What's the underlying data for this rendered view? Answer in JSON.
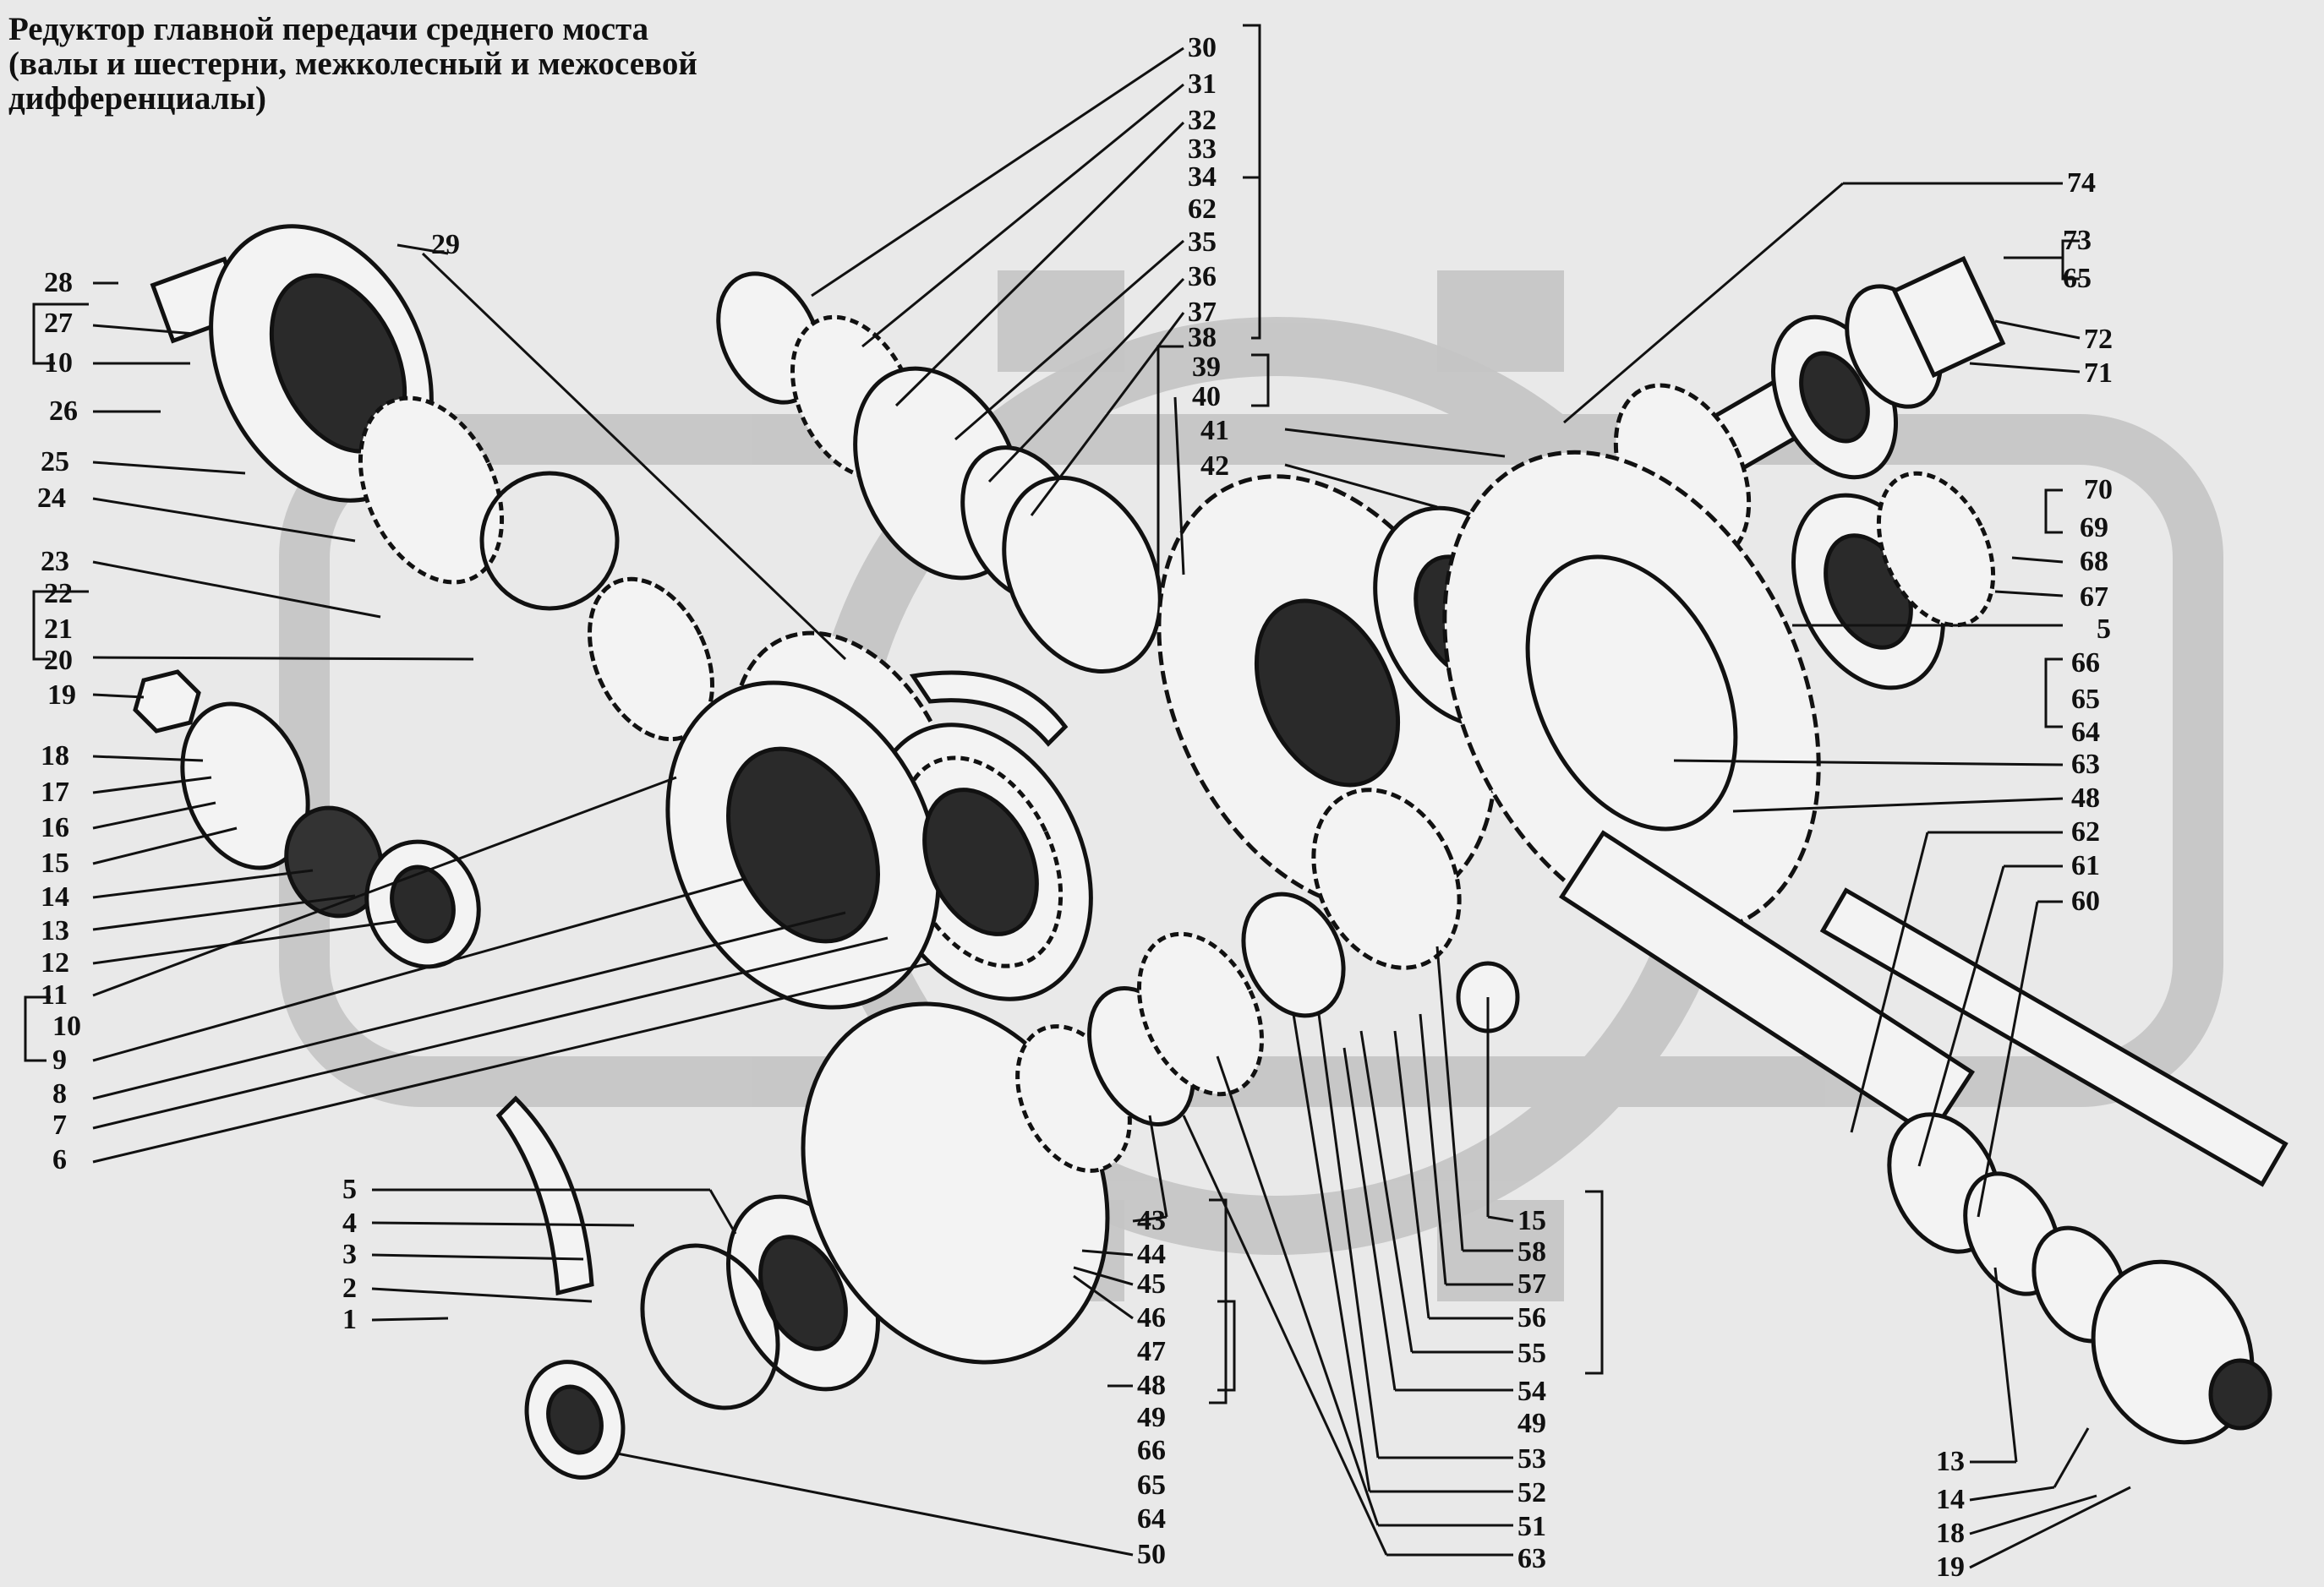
{
  "title": {
    "line1": "Редуктор главной передачи среднего моста",
    "line2": "(валы и шестерни, межколесный и межосевой",
    "line3": "дифференциалы)"
  },
  "watermark": {
    "icon": "gear-watermark-icon",
    "color": "#c4c4c4"
  },
  "colors": {
    "ink": "#111111",
    "background": "#e9e9e9",
    "watermark": "#c4c4c4"
  },
  "labels": {
    "left": [
      "28",
      "27",
      "10",
      "26",
      "25",
      "24",
      "23",
      "22",
      "21",
      "20",
      "19",
      "18",
      "17",
      "16",
      "15",
      "14",
      "13",
      "12",
      "11",
      "10",
      "9",
      "8",
      "7",
      "6"
    ],
    "top_center": [
      "29",
      "30",
      "31",
      "32",
      "33",
      "34",
      "62",
      "35",
      "36",
      "37",
      "38",
      "39",
      "40",
      "41",
      "42"
    ],
    "top_right": [
      "74",
      "73",
      "65",
      "72",
      "71",
      "70",
      "69",
      "68",
      "67",
      "5",
      "66",
      "65",
      "64",
      "63",
      "48",
      "62",
      "61",
      "60"
    ],
    "bottom_left": [
      "5",
      "4",
      "3",
      "2",
      "1"
    ],
    "bottom_center": [
      "43",
      "44",
      "45",
      "46",
      "47",
      "48",
      "49",
      "66",
      "65",
      "64",
      "50"
    ],
    "bottom_mid": [
      "15",
      "58",
      "57",
      "56",
      "55",
      "54",
      "49",
      "53",
      "52",
      "51",
      "63"
    ],
    "bottom_right": [
      "13",
      "14",
      "18",
      "19"
    ]
  }
}
